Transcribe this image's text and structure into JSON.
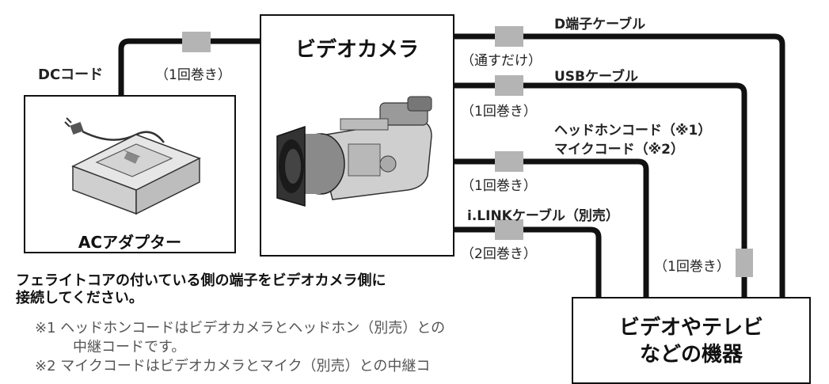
{
  "boxes": {
    "ac_adapter": "ACアダプター",
    "camera": "ビデオカメラ",
    "device_line1": "ビデオやテレビ",
    "device_line2": "などの機器"
  },
  "cables": {
    "dc_cord": "DCコード",
    "dc_wrap": "（1回巻き）",
    "d_terminal": "D端子ケーブル",
    "d_wrap": "（通すだけ）",
    "usb": "USBケーブル",
    "usb_wrap_camera": "（1回巻き）",
    "usb_wrap_device": "（1回巻き）",
    "headphone_line1": "ヘッドホンコード（※1）",
    "headphone_line2": "マイクコード（※2）",
    "headphone_wrap": "（1回巻き）",
    "ilink": "i.LINKケーブル（別売）",
    "ilink_wrap": "（2回巻き）"
  },
  "instruction": {
    "line1": "フェライトコアの付いている側の端子をビデオカメラ側に",
    "line2": "接続してください。"
  },
  "notes": {
    "n1_line1": "※1  ヘッドホンコードはビデオカメラとヘッドホン（別売）との",
    "n1_line2": "中継コードです。",
    "n2_line1": "※2  マイクコードはビデオカメラとマイク（別売）との中継コ"
  },
  "colors": {
    "cable": "#111111",
    "ferrite_core": "#b4b4b4"
  }
}
